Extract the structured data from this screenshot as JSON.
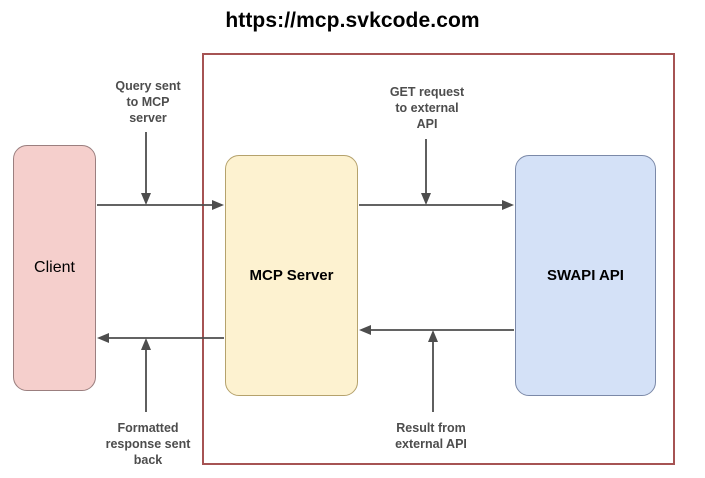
{
  "title": "https://mcp.svkcode.com",
  "boundary": {
    "name": "mcp-server-boundary",
    "border_color": "#a65353"
  },
  "nodes": [
    {
      "id": "client",
      "label": "Client",
      "fill": "#f5cfcc",
      "stroke": "#9b7f7f"
    },
    {
      "id": "mcp-server",
      "label": "MCP Server",
      "fill": "#fdf2d0",
      "stroke": "#b5a26c"
    },
    {
      "id": "swapi-api",
      "label": "SWAPI API",
      "fill": "#d4e1f7",
      "stroke": "#7b89a8"
    }
  ],
  "edges": [
    {
      "id": "query-sent",
      "label": "Query sent\nto MCP\nserver",
      "from": "client",
      "to": "mcp-server",
      "direction": "right"
    },
    {
      "id": "get-request",
      "label": "GET request\nto external\nAPI",
      "from": "mcp-server",
      "to": "swapi-api",
      "direction": "right"
    },
    {
      "id": "formatted-response",
      "label": "Formatted\nresponse sent\nback",
      "from": "mcp-server",
      "to": "client",
      "direction": "left"
    },
    {
      "id": "result-from-external-api",
      "label": "Result from\nexternal API",
      "from": "swapi-api",
      "to": "mcp-server",
      "direction": "left"
    }
  ],
  "colors": {
    "line": "#4d4d4d",
    "label_text": "#4d4d4d",
    "title_text": "#000000",
    "background": "#ffffff"
  }
}
